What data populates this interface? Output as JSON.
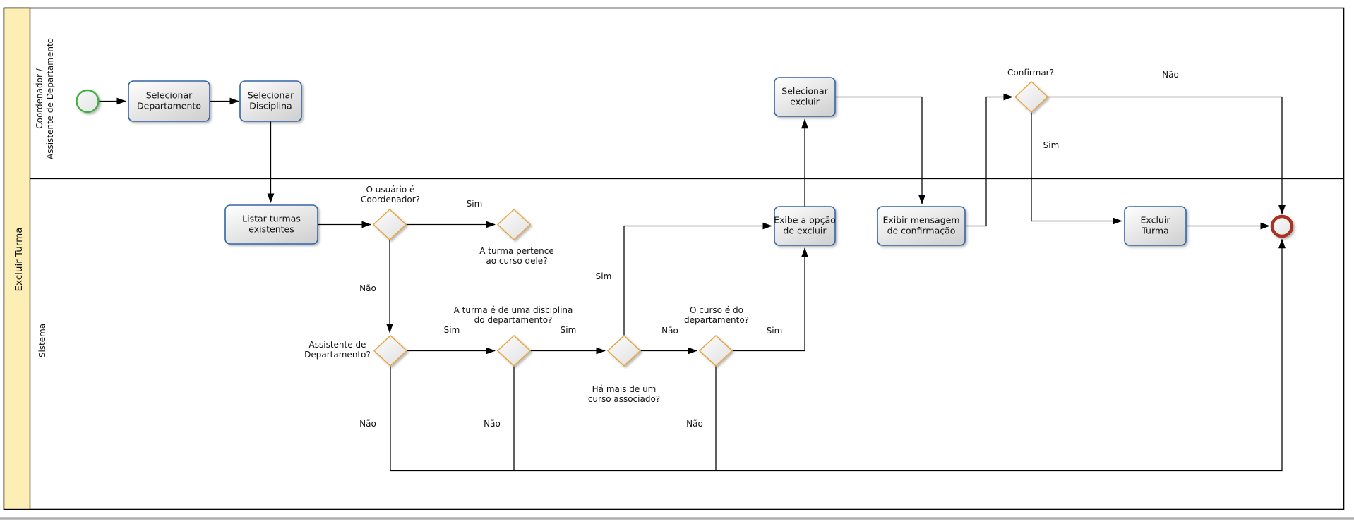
{
  "pool": {
    "title": "Excluir Turma"
  },
  "lanes": {
    "actor_line1": "Coordenador /",
    "actor_line2": "Assistente de Departamento",
    "system": "Sistema"
  },
  "tasks": {
    "selecionar_departamento": {
      "line1": "Selecionar",
      "line2": "Departamento"
    },
    "selecionar_disciplina": {
      "line1": "Selecionar",
      "line2": "Disciplina"
    },
    "listar_turmas": {
      "line1": "Listar turmas",
      "line2": "existentes"
    },
    "selecionar_excluir": {
      "line1": "Selecionar",
      "line2": "excluir"
    },
    "exibe_opcao": {
      "line1": "Exibe a opção",
      "line2": "de excluir"
    },
    "exibir_mensagem": {
      "line1": "Exibir mensagem",
      "line2": "de confirmação"
    },
    "excluir_turma": {
      "line1": "Excluir",
      "line2": "Turma"
    }
  },
  "gateways": {
    "usuario_coordenador": {
      "line1": "O usuário é",
      "line2": "Coordenador?"
    },
    "turma_pertence": {
      "line1": "A turma pertence",
      "line2": "ao curso dele?"
    },
    "assistente_depto": {
      "line1": "Assistente de",
      "line2": "Departamento?"
    },
    "turma_disciplina": {
      "line1": "A turma é de uma disciplina",
      "line2": "do departamento?"
    },
    "mais_de_um_curso": {
      "line1": "Há mais de um",
      "line2": "curso associado?"
    },
    "curso_do_depto": {
      "line1": "O curso é do",
      "line2": "departamento?"
    },
    "confirmar": {
      "line1": "Confirmar?"
    }
  },
  "edge_labels": {
    "sim_coordenador": "Sim",
    "nao_coordenador": "Não",
    "sim_assistente": "Sim",
    "nao_assistente": "Não",
    "sim_disciplina": "Sim",
    "nao_disciplina": "Não",
    "sim_curso_assoc": "Sim",
    "nao_curso_assoc": "Não",
    "sim_curso_depto": "Sim",
    "nao_curso_depto": "Não",
    "sim_confirmar": "Sim",
    "nao_confirmar": "Não"
  },
  "colors": {
    "task_border": "#3465a4",
    "gateway_border": "#e8a33c",
    "start_event_border": "#3fae3f",
    "end_event_border": "#a93121",
    "pool_band_fill": "#fceeb5",
    "line": "#000000"
  }
}
